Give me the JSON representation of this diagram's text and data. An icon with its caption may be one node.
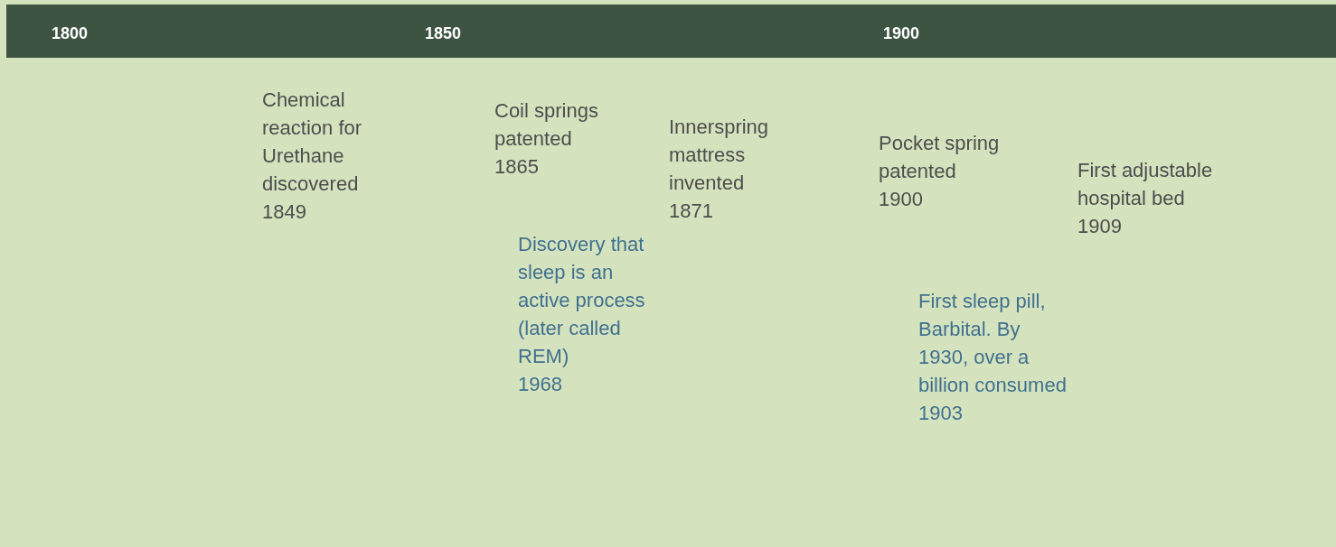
{
  "diagram": {
    "labels": [
      "1800",
      "1850",
      "1900",
      "Chemical reaction for Urethane discovered",
      "1849",
      "Coil springs patented",
      "1865",
      "Innerspring mattress invented",
      "1871",
      "Pocket spring patented",
      "1900",
      "First adjustable hospital bed",
      "1909",
      "Discovery that sleep is an active process (later called REM)",
      "1968",
      "First sleep pill, Barbital. By 1930, over a billion consumed",
      "1903"
    ]
  }
}
